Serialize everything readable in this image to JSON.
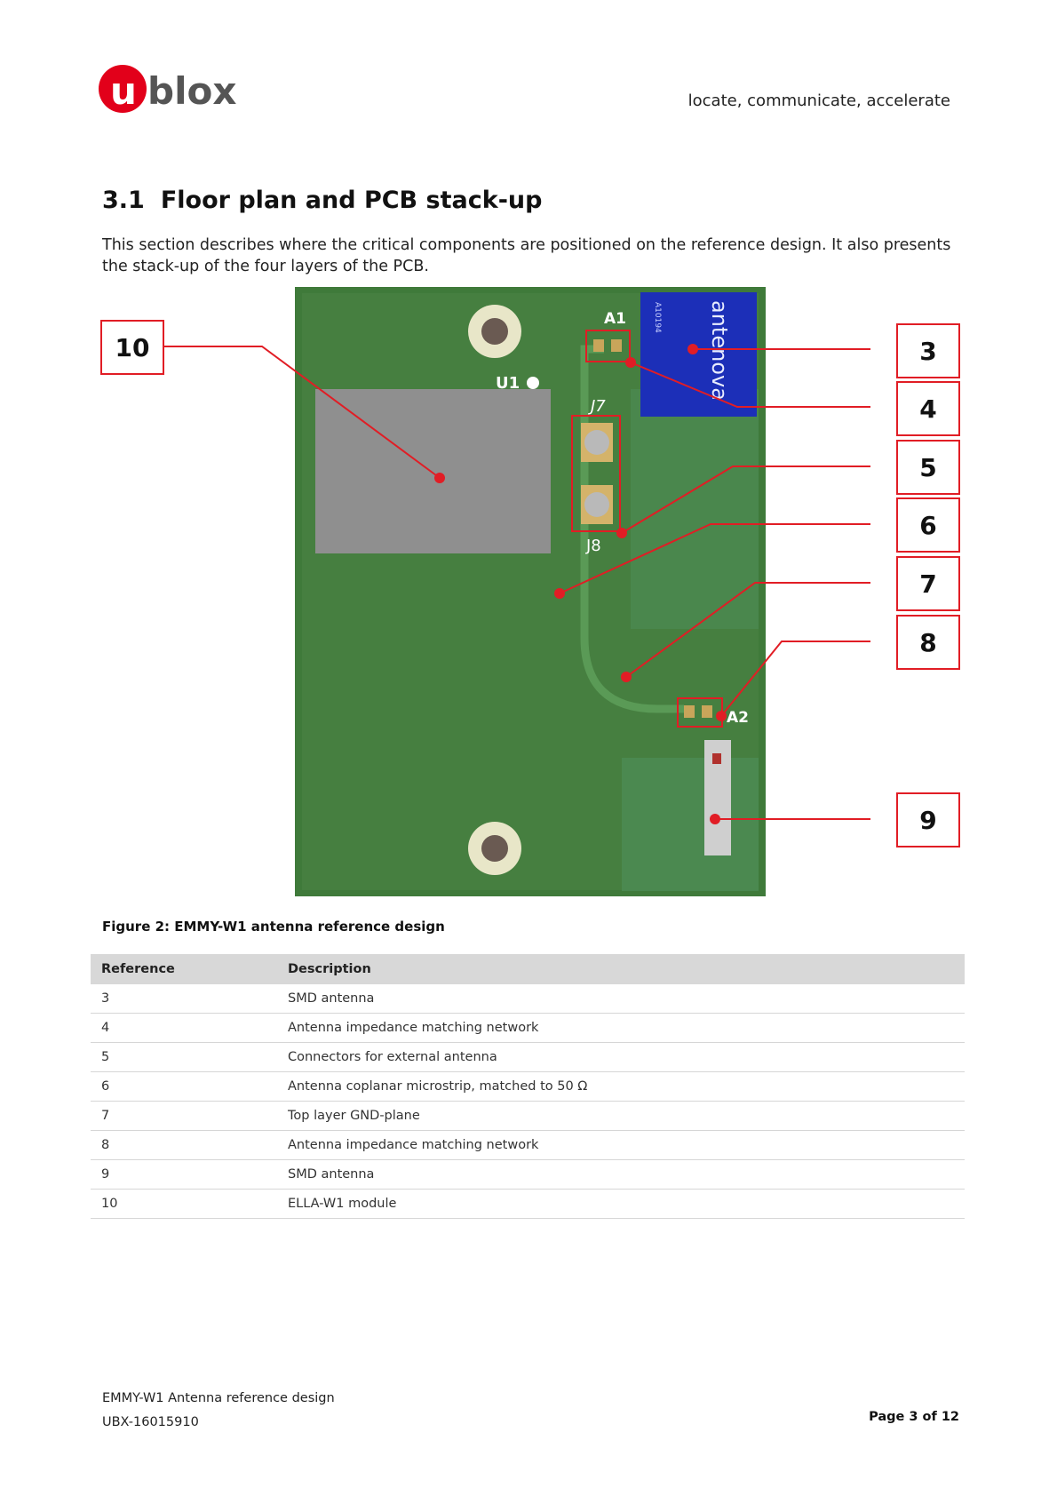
{
  "header": {
    "logo_text": "ublox",
    "tagline": "locate, communicate, accelerate"
  },
  "section": {
    "number": "3.1",
    "title": "Floor plan and PCB stack-up",
    "intro": "This section describes where the critical components are positioned on the reference design. It also presents the stack-up of the four layers of the PCB."
  },
  "figure": {
    "callouts": [
      "10",
      "3",
      "4",
      "5",
      "6",
      "7",
      "8",
      "9"
    ],
    "board_labels": {
      "a1": "A1",
      "a2": "A2",
      "u1": "U1",
      "j7": "J7",
      "j8": "J8",
      "antenna_brand": "antenova",
      "antenna_part": "A10194"
    },
    "caption": "Figure 2: EMMY-W1 antenna reference design"
  },
  "table": {
    "headers": [
      "Reference",
      "Description"
    ],
    "rows": [
      {
        "ref": "3",
        "desc": "SMD antenna"
      },
      {
        "ref": "4",
        "desc": "Antenna impedance matching network"
      },
      {
        "ref": "5",
        "desc": "Connectors for external antenna"
      },
      {
        "ref": "6",
        "desc": "Antenna coplanar microstrip, matched to 50 Ω"
      },
      {
        "ref": "7",
        "desc": "Top layer GND-plane"
      },
      {
        "ref": "8",
        "desc": "Antenna impedance matching network"
      },
      {
        "ref": "9",
        "desc": "SMD antenna"
      },
      {
        "ref": "10",
        "desc": "ELLA-W1 module"
      }
    ]
  },
  "footer": {
    "doc_title": "EMMY-W1 Antenna reference design",
    "doc_number": "UBX-16015910",
    "page": "Page 3 of 12"
  },
  "colors": {
    "brand_red": "#e2001a",
    "pcb_green": "#3f7a3a",
    "callout_red": "#e11d25"
  }
}
